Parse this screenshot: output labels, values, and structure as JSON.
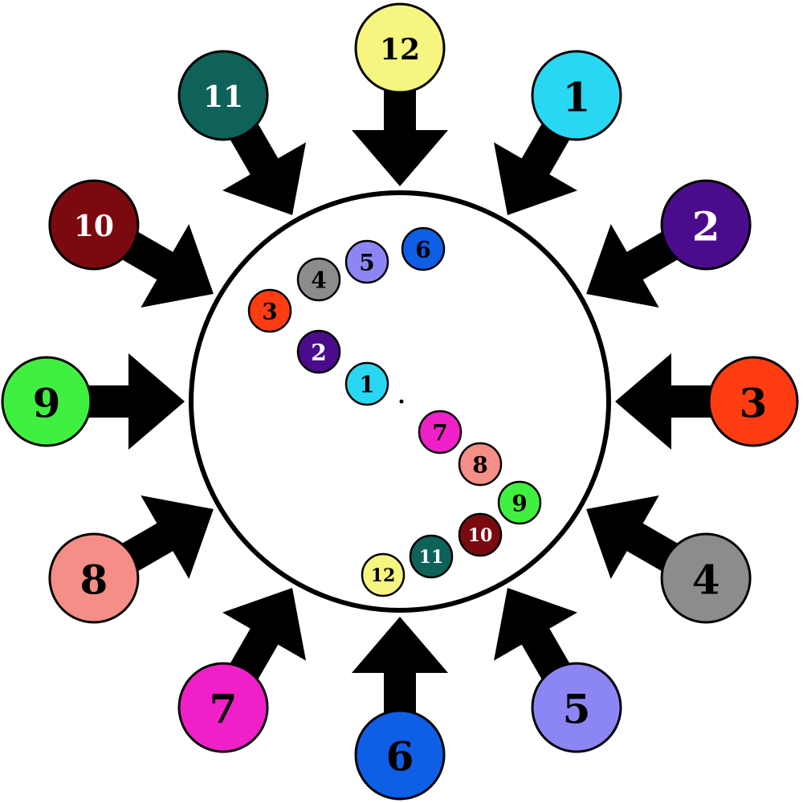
{
  "outer_labels": [
    {
      "hour": 1,
      "label": "1",
      "color": "#2ad7f2",
      "text_color": "#000000"
    },
    {
      "hour": 2,
      "label": "2",
      "color": "#4b0c8c",
      "text_color": "#ffffff"
    },
    {
      "hour": 3,
      "label": "3",
      "color": "#ff3c12",
      "text_color": "#000000"
    },
    {
      "hour": 4,
      "label": "4",
      "color": "#8c8c8c",
      "text_color": "#000000"
    },
    {
      "hour": 5,
      "label": "5",
      "color": "#8c86f5",
      "text_color": "#000000"
    },
    {
      "hour": 6,
      "label": "6",
      "color": "#0f5ee6",
      "text_color": "#000000"
    },
    {
      "hour": 7,
      "label": "7",
      "color": "#f020c8",
      "text_color": "#000000"
    },
    {
      "hour": 8,
      "label": "8",
      "color": "#f58e86",
      "text_color": "#000000"
    },
    {
      "hour": 9,
      "label": "9",
      "color": "#40f040",
      "text_color": "#000000"
    },
    {
      "hour": 10,
      "label": "10",
      "color": "#7a0a10",
      "text_color": "#ffffff"
    },
    {
      "hour": 11,
      "label": "11",
      "color": "#0e625a",
      "text_color": "#ffffff"
    },
    {
      "hour": 12,
      "label": "12",
      "color": "#f5f580",
      "text_color": "#000000"
    }
  ],
  "inner_labels": [
    {
      "label": "1",
      "color": "#2ad7f2",
      "text_color": "#000000"
    },
    {
      "label": "2",
      "color": "#4b0c8c",
      "text_color": "#ffffff"
    },
    {
      "label": "3",
      "color": "#ff3c12",
      "text_color": "#000000"
    },
    {
      "label": "4",
      "color": "#8c8c8c",
      "text_color": "#000000"
    },
    {
      "label": "5",
      "color": "#8c86f5",
      "text_color": "#000000"
    },
    {
      "label": "6",
      "color": "#0f5ee6",
      "text_color": "#000000"
    },
    {
      "label": "7",
      "color": "#f020c8",
      "text_color": "#000000"
    },
    {
      "label": "8",
      "color": "#f58e86",
      "text_color": "#000000"
    },
    {
      "label": "9",
      "color": "#40f040",
      "text_color": "#000000"
    },
    {
      "label": "10",
      "color": "#7a0a10",
      "text_color": "#ffffff"
    },
    {
      "label": "11",
      "color": "#0e625a",
      "text_color": "#ffffff"
    },
    {
      "label": "12",
      "color": "#f5f580",
      "text_color": "#000000"
    }
  ],
  "colors": {
    "arrow": "#000000",
    "ring": "#000000",
    "background": "#ffffff"
  }
}
